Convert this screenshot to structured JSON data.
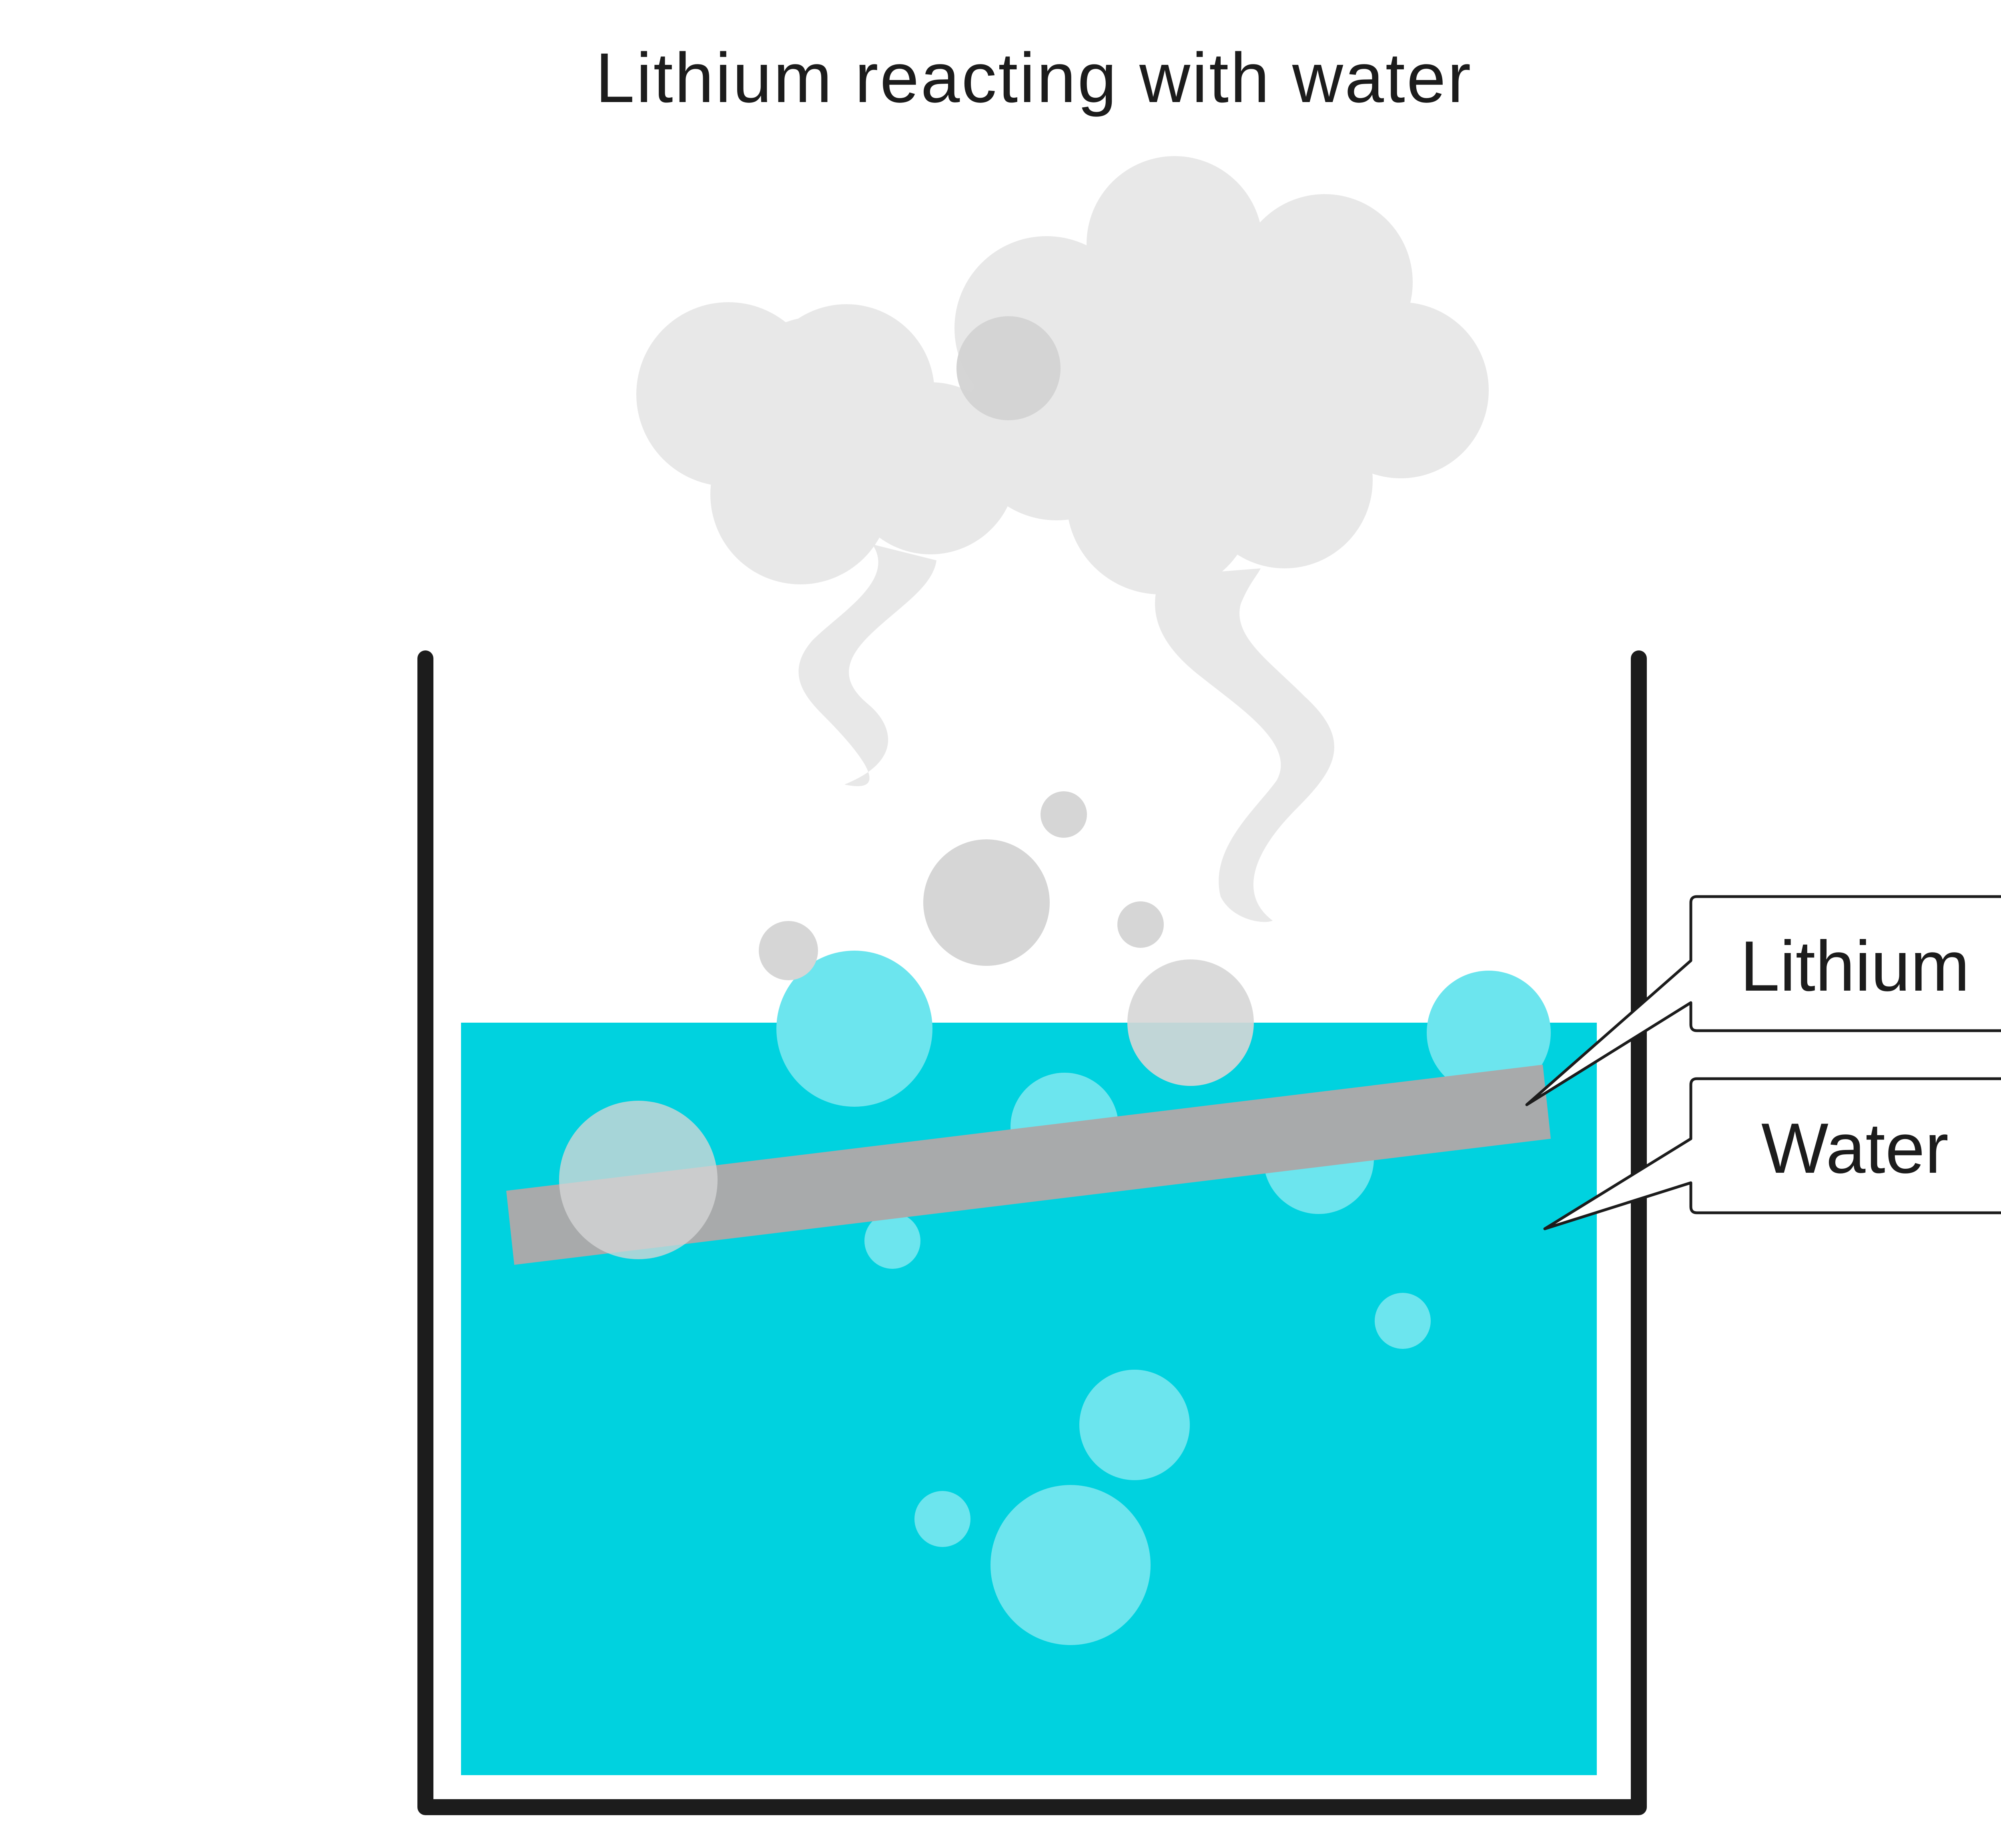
{
  "title": "Lithium reacting with water",
  "labels": {
    "lithium": "Lithium",
    "water": "Water"
  },
  "colors": {
    "water": "#00d2df",
    "water_bubble": "#6ce5ee",
    "lithium": "#a8aaab",
    "smoke": "#e8e8e8",
    "smoke_bubble": "#d6d6d6",
    "beaker": "#1c1c1c",
    "label_border": "#1c1c1c"
  }
}
